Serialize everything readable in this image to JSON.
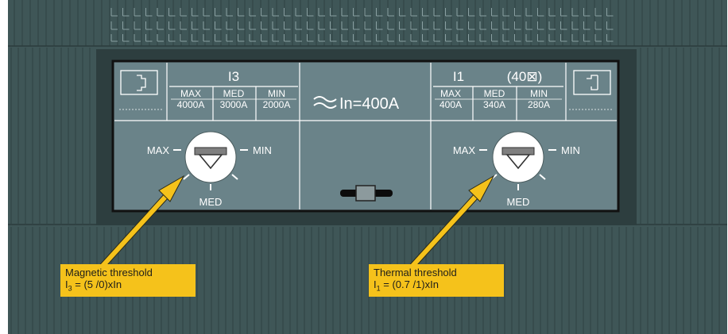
{
  "panel": {
    "rated_current": "In=400A",
    "left_setting": {
      "title": "I3",
      "columns": [
        {
          "label": "MAX",
          "value": "4000A"
        },
        {
          "label": "MED",
          "value": "3000A"
        },
        {
          "label": "MIN",
          "value": "2000A"
        }
      ]
    },
    "right_setting": {
      "title": "I1",
      "title_suffix": "(40⊠)",
      "columns": [
        {
          "label": "MAX",
          "value": "400A"
        },
        {
          "label": "MED",
          "value": "340A"
        },
        {
          "label": "MIN",
          "value": "280A"
        }
      ]
    },
    "left_dial": {
      "max": "MAX",
      "min": "MIN",
      "med": "MED"
    },
    "right_dial": {
      "max": "MAX",
      "min": "MIN",
      "med": "MED"
    }
  },
  "callouts": {
    "magnetic": {
      "title": "Magnetic threshold",
      "formula_symbol": "I",
      "formula_subscript": "3",
      "formula_rest": " = (5 /0)xIn"
    },
    "thermal": {
      "title": "Thermal threshold",
      "formula_symbol": "I",
      "formula_subscript": "1",
      "formula_rest": " = (0.7 /1)xIn"
    }
  },
  "colors": {
    "housing": "#3f5657",
    "panel": "#6a8389",
    "callout": "#f5c21b",
    "arrow": "#f5c21b"
  }
}
